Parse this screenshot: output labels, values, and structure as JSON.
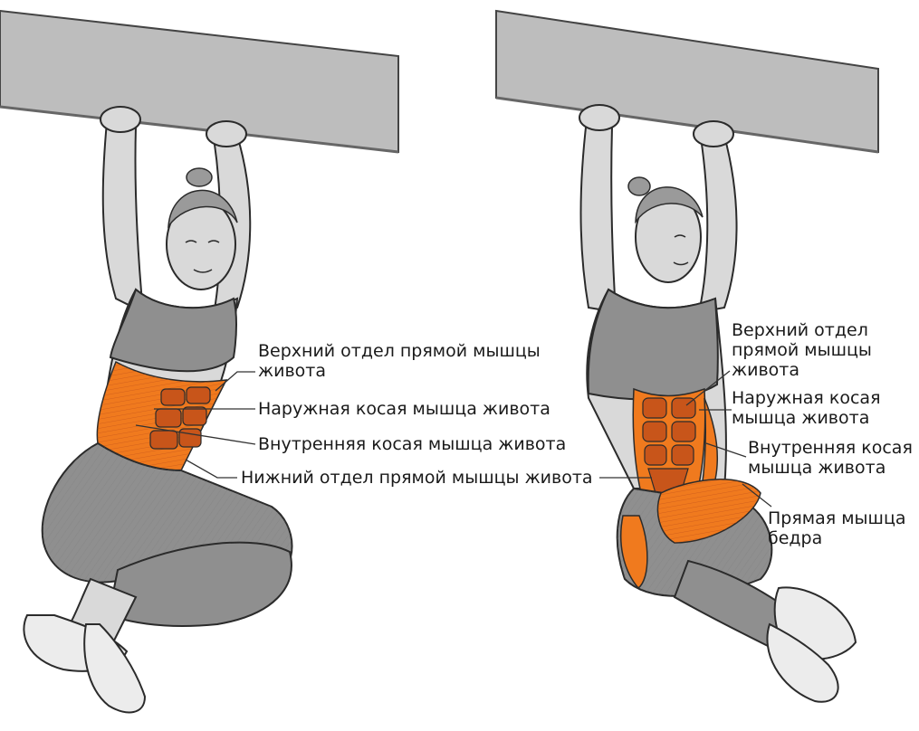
{
  "colors": {
    "bar": "#bdbdbd",
    "skin": "#d9d9d9",
    "outfit": "#8f8f8f",
    "outline": "#2b2b2b",
    "muscle": "#f07a1e",
    "muscle_dark": "#c8551a",
    "leader": "#333333"
  },
  "figures": [
    {
      "labels": {
        "upper_rectus": [
          "Верхний отдел прямой мышцы",
          "живота"
        ],
        "external_oblique": [
          "Наружная косая мышца живота"
        ],
        "internal_oblique": [
          "Внутренняя косая мышца живота"
        ],
        "lower_rectus": [
          "Нижний отдел прямой мышцы живота"
        ]
      }
    },
    {
      "labels": {
        "upper_rectus": [
          "Верхний отдел",
          "прямой мышцы",
          "живота"
        ],
        "external_oblique": [
          "Наружная косая",
          "мышца живота"
        ],
        "internal_oblique": [
          "Внутренняя косая",
          "мышца живота"
        ],
        "rectus_femoris": [
          "Прямая мышца",
          "бедра"
        ]
      }
    }
  ]
}
